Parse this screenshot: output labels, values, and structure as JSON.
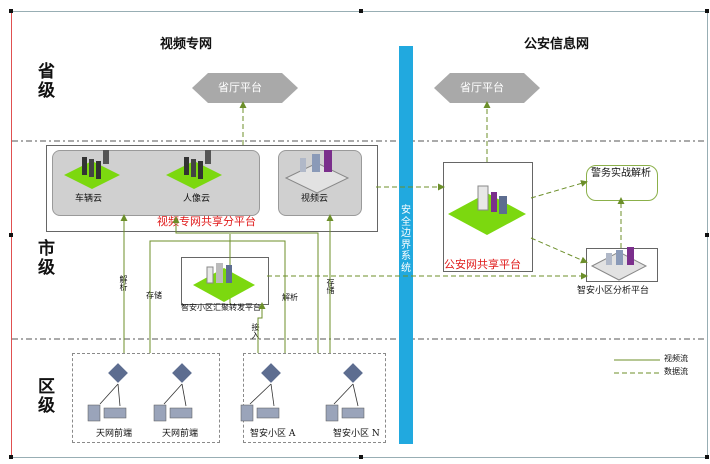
{
  "headers": {
    "video_net": "视频专网",
    "police_net": "公安信息网"
  },
  "levels": {
    "province": "省级",
    "city": "市级",
    "district": "区级"
  },
  "province_platform": {
    "left": "省厅平台",
    "right": "省厅平台"
  },
  "video_share": {
    "vehicle_cloud": "车辆云",
    "face_cloud": "人像云",
    "video_cloud": "视频云",
    "platform": "视频专网共享分平台"
  },
  "barrier": "安全边界系统",
  "police_share": {
    "platform": "公安网共享平台"
  },
  "police_ops": "警务实战解析",
  "community_analysis": "智安小区分析平台",
  "community_forward": "智安小区汇聚转发平台",
  "edge_labels": {
    "parse1": "解析",
    "store": "存储",
    "parse2": "解析",
    "store2": "存储",
    "access": "接入"
  },
  "front_ends": [
    "天网前端",
    "天网前端",
    "智安小区  A",
    "智安小区  N"
  ],
  "legend": {
    "video_flow": "视频流",
    "data_flow": "数据流"
  },
  "colors": {
    "accent": "#21a9df",
    "flow": "#6c8f2a",
    "platform_red": "#e01a1a",
    "iso_green": "#7cd80f"
  }
}
